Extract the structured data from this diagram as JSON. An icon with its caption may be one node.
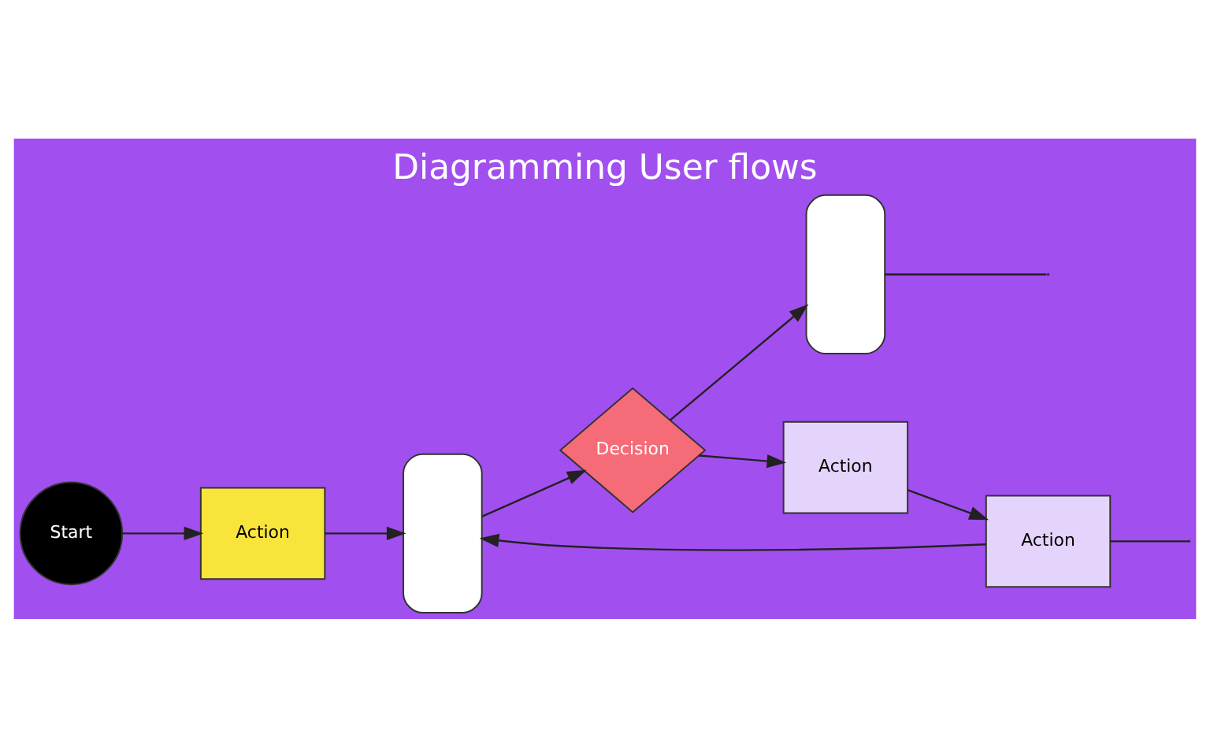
{
  "diagram": {
    "title": "Diagramming User flows",
    "nodes": [
      {
        "text": [
          "Start"
        ]
      },
      {
        "text": [
          "Action"
        ]
      },
      {
        "text": [],
        "shape": "box"
      },
      {
        "text": [
          "Decision"
        ]
      },
      {
        "text": [],
        "shape": "box"
      },
      {
        "text": [
          "Action"
        ]
      },
      {
        "text": [
          "Action"
        ]
      }
    ],
    "edges": [
      {
        "from": 0,
        "to": 1,
        "arrow": "to"
      },
      {
        "from": 1,
        "to": 2,
        "arrow": "to"
      },
      {
        "from": 2,
        "to": 3,
        "arrow": "to"
      },
      {
        "from": 3,
        "to": 4,
        "arrow": "to"
      },
      {
        "from": 3,
        "to": 5,
        "arrow": "to"
      },
      {
        "from": 5,
        "to": 6,
        "arrow": "to"
      },
      {
        "from": 6,
        "to": 2,
        "arrow": "to"
      },
      {
        "from": 4,
        "to": null,
        "arrow": "none"
      },
      {
        "from": 6,
        "to": null,
        "arrow": "none"
      }
    ]
  }
}
